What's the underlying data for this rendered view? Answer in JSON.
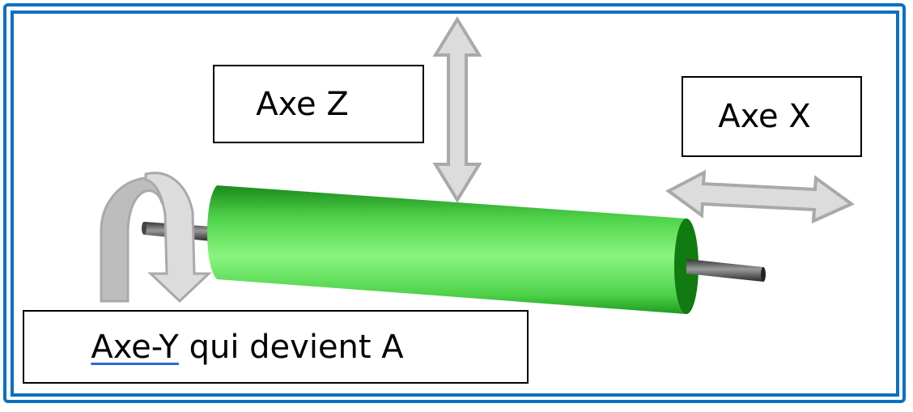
{
  "diagram": {
    "labels": {
      "axis_z": "Axe Z",
      "axis_x": "Axe X",
      "axis_y_link": "Axe-Y",
      "axis_y_rest": " qui devient A"
    },
    "icons": {
      "z_arrow": "double-arrow-vertical",
      "x_arrow": "double-arrow-horizontal",
      "rotation_arrow": "curved-rotation-arrow"
    },
    "colors": {
      "frame": "#0c70c0",
      "cylinder_light": "#8af57f",
      "cylinder_dark": "#1a8a1a",
      "arrow_fill": "#dcdcdc",
      "arrow_stroke": "#a9a9a9",
      "shaft": "#555555",
      "underline": "#2a6ad8"
    }
  }
}
